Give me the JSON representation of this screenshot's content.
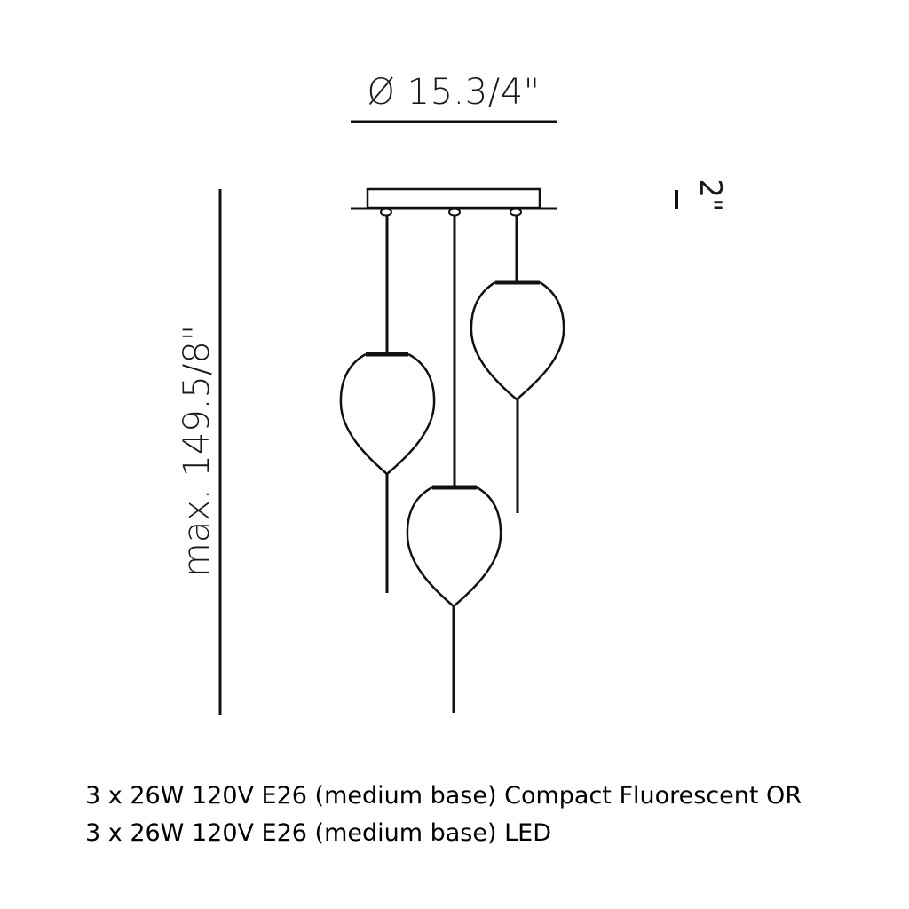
{
  "diagram": {
    "title": "Three-light pendant dimension drawing",
    "dimensions": {
      "diameter_label": "Ø 15.3/4\"",
      "height_label": "max. 149.5/8\"",
      "canopy_height_label": "2\""
    },
    "components": {
      "canopy": "ceiling-canopy",
      "pendants": [
        {
          "position": "left",
          "shape": "teardrop-glass"
        },
        {
          "position": "center",
          "shape": "teardrop-glass"
        },
        {
          "position": "right",
          "shape": "teardrop-glass"
        }
      ]
    },
    "colors": {
      "line": "#111111",
      "background": "#ffffff"
    }
  },
  "specs": {
    "lines": [
      "3 x 26W 120V E26 (medium base) Compact Fluorescent OR",
      "3 x 26W 120V E26 (medium base) LED"
    ]
  }
}
